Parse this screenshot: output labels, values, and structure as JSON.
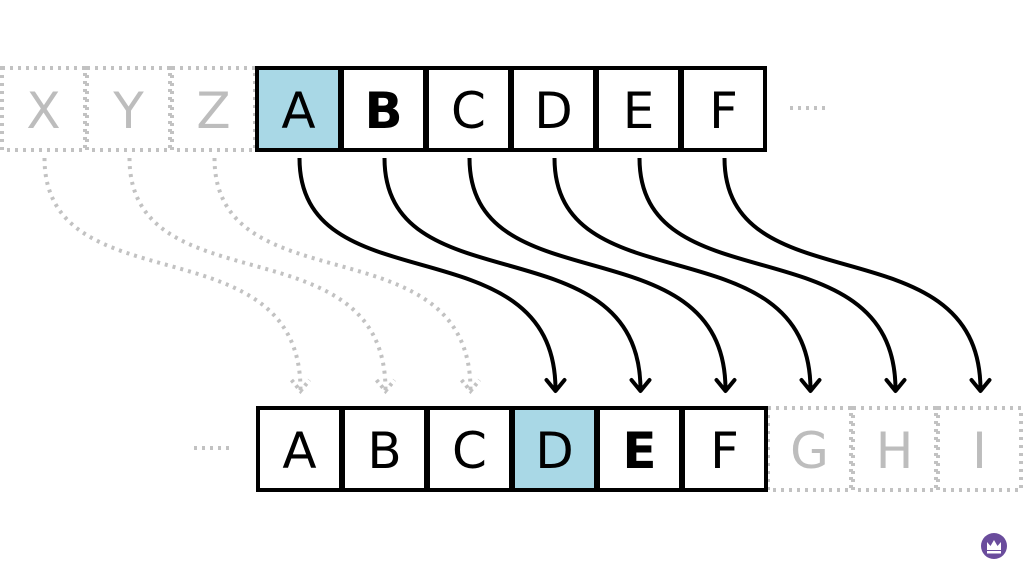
{
  "plain_row": [
    {
      "letter": "X",
      "style": "faded"
    },
    {
      "letter": "Y",
      "style": "faded"
    },
    {
      "letter": "Z",
      "style": "faded"
    },
    {
      "letter": "A",
      "style": "highlight"
    },
    {
      "letter": "B",
      "style": "bold"
    },
    {
      "letter": "C",
      "style": "normal"
    },
    {
      "letter": "D",
      "style": "normal"
    },
    {
      "letter": "E",
      "style": "normal"
    },
    {
      "letter": "F",
      "style": "normal"
    }
  ],
  "cipher_row": [
    {
      "letter": "A",
      "style": "normal"
    },
    {
      "letter": "B",
      "style": "normal"
    },
    {
      "letter": "C",
      "style": "normal"
    },
    {
      "letter": "D",
      "style": "highlight"
    },
    {
      "letter": "E",
      "style": "bold"
    },
    {
      "letter": "F",
      "style": "normal"
    },
    {
      "letter": "G",
      "style": "faded"
    },
    {
      "letter": "H",
      "style": "faded"
    },
    {
      "letter": "I",
      "style": "faded"
    }
  ],
  "shift": 3,
  "colors": {
    "highlight": "#a9d8e6",
    "faded": "#c2c2c2",
    "faded_text": "#bdbdbd",
    "border": "#000000",
    "logo_bg": "#6a4c9c"
  },
  "logo_icon": "crown-icon"
}
